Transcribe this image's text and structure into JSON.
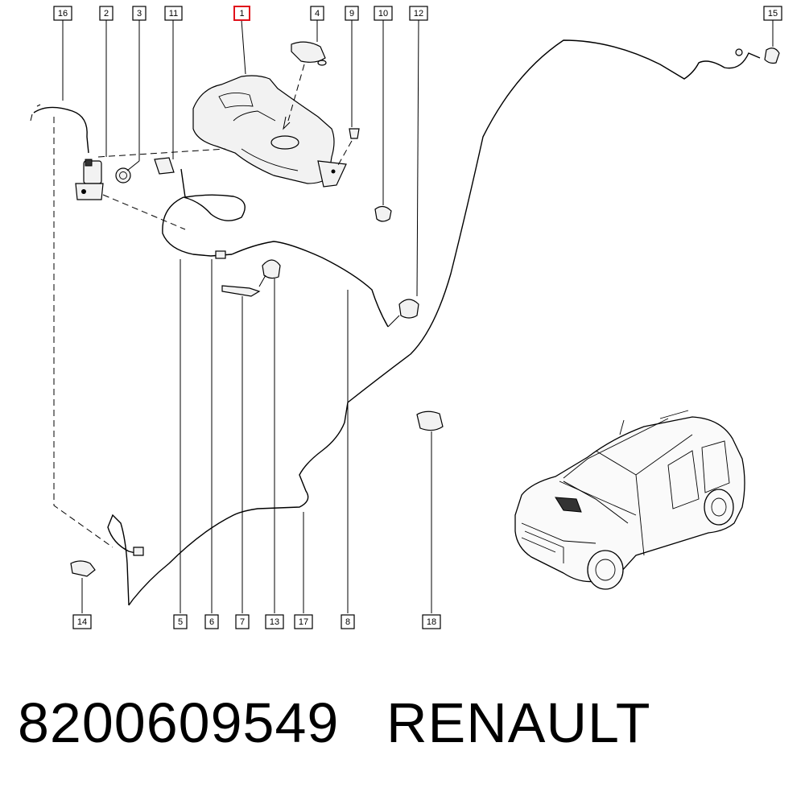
{
  "callouts": {
    "top": [
      "16",
      "2",
      "3",
      "11",
      "1",
      "4",
      "9",
      "10",
      "12",
      "15"
    ],
    "bottom": [
      "14",
      "5",
      "6",
      "7",
      "13",
      "17",
      "8",
      "18"
    ],
    "highlighted": "1",
    "highlight_color": "#e0101a"
  },
  "caption": {
    "part_number": "8200609549",
    "brand": "RENAULT"
  }
}
